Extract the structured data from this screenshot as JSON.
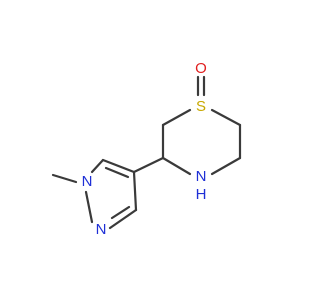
{
  "molecule": {
    "atoms": {
      "sulfur": {
        "symbol": "S",
        "color": "#c8a800"
      },
      "oxygen": {
        "symbol": "O",
        "color": "#e02020"
      },
      "ring_nitrogen": {
        "symbol": "N",
        "color": "#1e2fd6"
      },
      "ring_nh_hydrogen": {
        "symbol": "H",
        "color": "#1e2fd6"
      },
      "pyrazole_n1": {
        "symbol": "N",
        "color": "#1e2fd6"
      },
      "pyrazole_n2": {
        "symbol": "N",
        "color": "#1e2fd6"
      }
    },
    "bond_color": "#3a3a3a"
  }
}
